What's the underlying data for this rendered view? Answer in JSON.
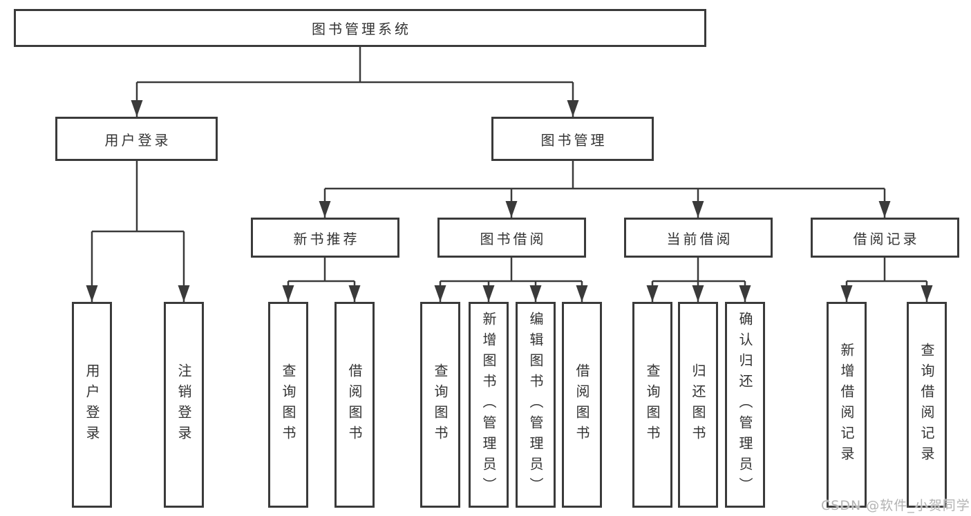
{
  "tree": {
    "root": {
      "label": "图书管理系统"
    },
    "branches": [
      {
        "label": "用户登录",
        "leaves": [
          "用户登录",
          "注销登录"
        ]
      },
      {
        "label": "图书管理",
        "groups": [
          {
            "label": "新书推荐",
            "leaves": [
              "查询图书",
              "借阅图书"
            ]
          },
          {
            "label": "图书借阅",
            "leaves": [
              "查询图书",
              "新增图书（管理员）",
              "编辑图书（管理员）",
              "借阅图书"
            ]
          },
          {
            "label": "当前借阅",
            "leaves": [
              "查询图书",
              "归还图书",
              "确认归还（管理员）"
            ]
          },
          {
            "label": "借阅记录",
            "leaves": [
              "新增借阅记录",
              "查询借阅记录"
            ]
          }
        ]
      }
    ]
  },
  "watermark": {
    "text": "CSDN @软件_小贺同学"
  },
  "colors": {
    "line": "#3a3a3a",
    "box_border": "#3a3a3a",
    "box_fill": "#ffffff",
    "text": "#333333",
    "watermark": "#b3b3b3",
    "background": "#ffffff"
  }
}
